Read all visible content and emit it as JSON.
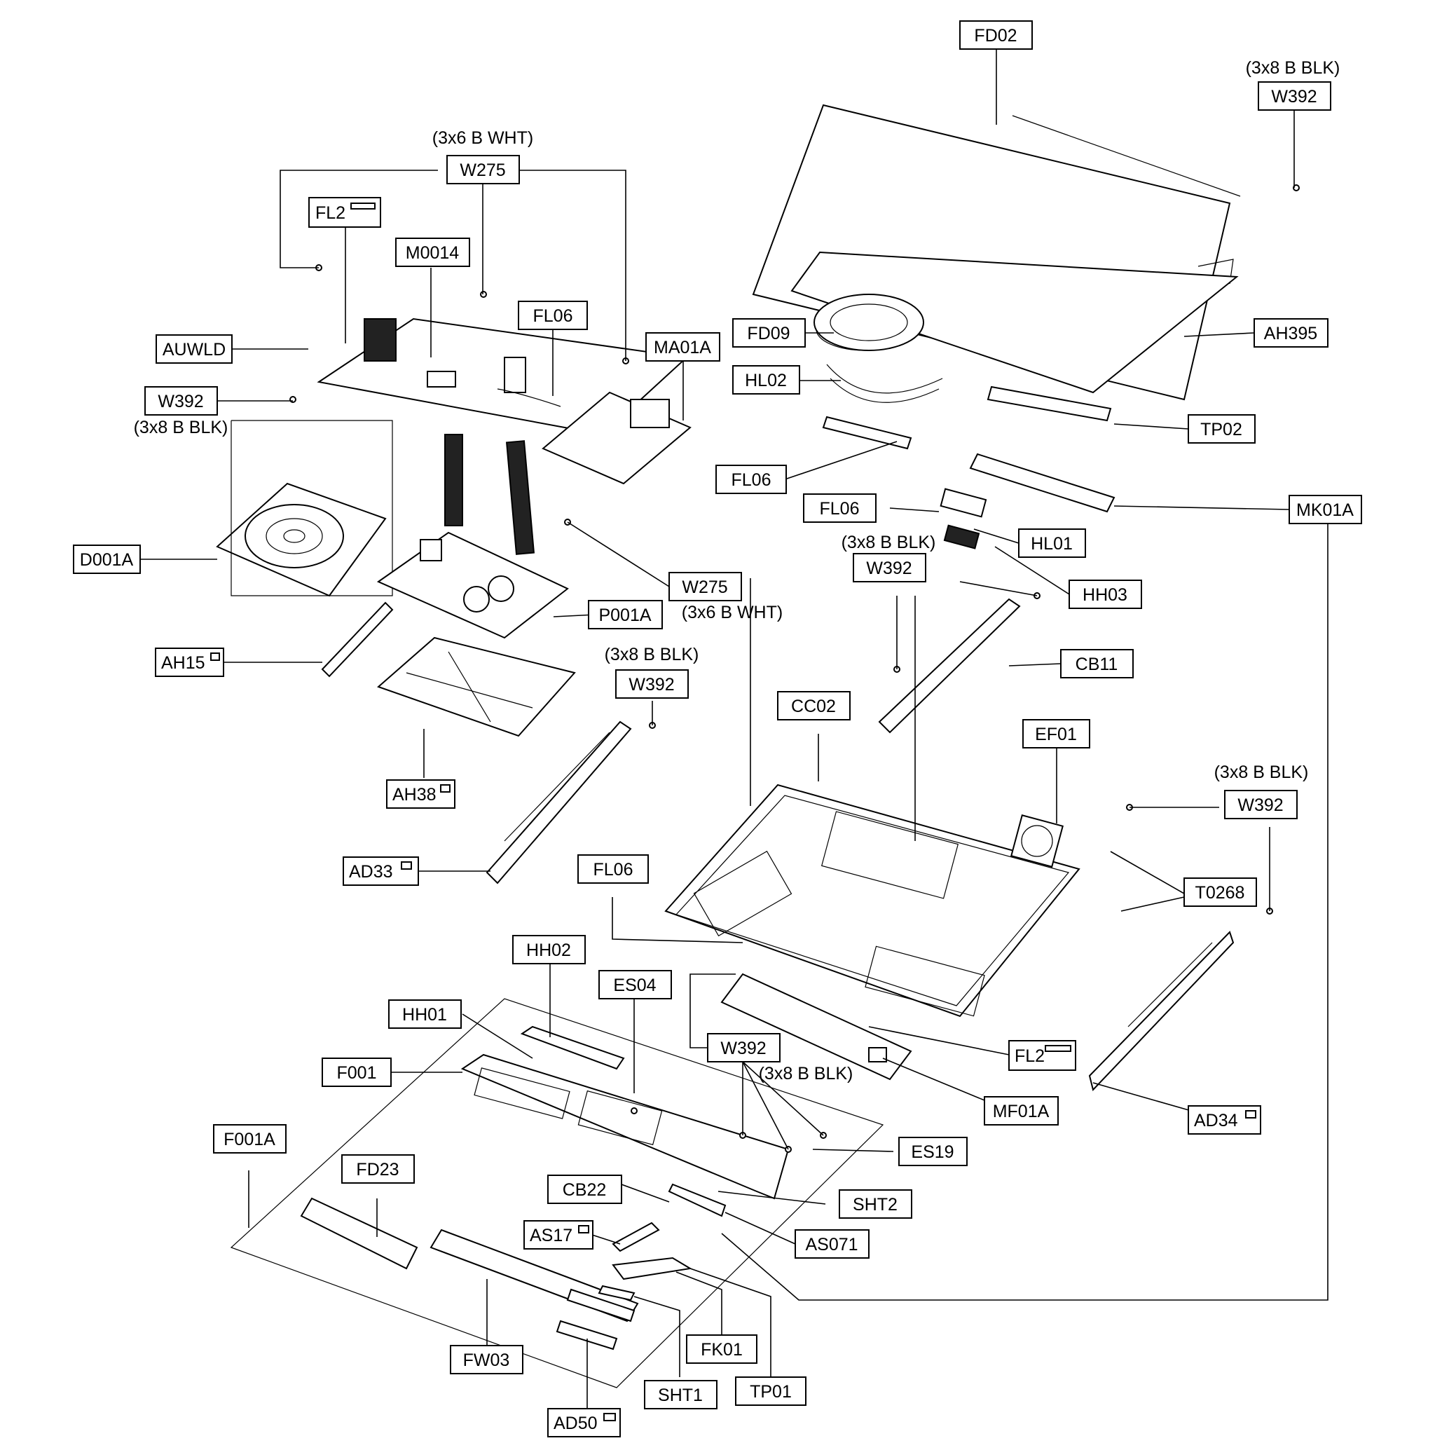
{
  "diagram": {
    "labels": {
      "FD02": "FD02",
      "W392_tr": "W392",
      "W275_top": "W275",
      "FL2_top": "FL2",
      "M0014": "M0014",
      "FL06_top": "FL06",
      "MA01A": "MA01A",
      "AUWLD": "AUWLD",
      "W392_left": "W392",
      "FD09": "FD09",
      "AH395": "AH395",
      "HL02": "HL02",
      "TP02": "TP02",
      "FL06_mid1": "FL06",
      "MK01A": "MK01A",
      "FL06_mid2": "FL06",
      "HL01": "HL01",
      "D001A": "D001A",
      "W275_mid": "W275",
      "W392_mid": "W392",
      "HH03": "HH03",
      "P001A": "P001A",
      "AH15": "AH15",
      "CB11": "CB11",
      "W392_center": "W392",
      "CC02": "CC02",
      "EF01": "EF01",
      "W392_right": "W392",
      "AH38": "AH38",
      "AD33": "AD33",
      "FL06_low": "FL06",
      "T0268": "T0268",
      "HH02": "HH02",
      "ES04": "ES04",
      "HH01": "HH01",
      "W392_bottom": "W392",
      "FL2_bottom": "FL2",
      "F001": "F001",
      "MF01A": "MF01A",
      "AD34": "AD34",
      "ES19": "ES19",
      "F001A": "F001A",
      "FD23": "FD23",
      "CB22": "CB22",
      "SHT2": "SHT2",
      "AS17": "AS17",
      "AS071": "AS071",
      "FK01": "FK01",
      "FW03": "FW03",
      "TP01": "TP01",
      "SHT1": "SHT1",
      "AD50": "AD50"
    },
    "notes": {
      "w392_tr": "(3x8 B BLK)",
      "w275_top": "(3x6 B WHT)",
      "w392_left": "(3x8 B BLK)",
      "w392_mid": "(3x8 B BLK)",
      "w275_mid": "(3x6 B WHT)",
      "w392_center": "(3x8 B BLK)",
      "w392_right": "(3x8 B BLK)",
      "w392_bottom": "(3x8 B BLK)"
    }
  }
}
